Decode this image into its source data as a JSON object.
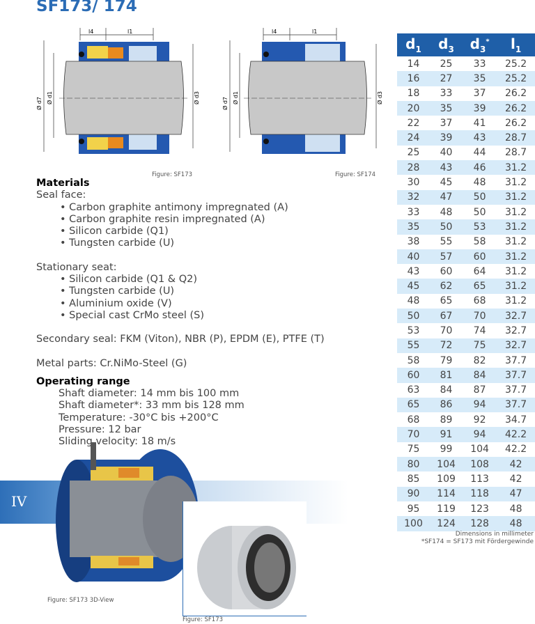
{
  "title": "SF173/ 174",
  "figures": {
    "sf173": "Figure:  SF173",
    "sf174": "Figure:  SF174",
    "view3d": "Figure:  SF173 3D-View",
    "photo": "Figure:  SF173"
  },
  "diagram_labels": {
    "l4": "l4",
    "l1": "l1",
    "d7": "Ø d7",
    "d1": "Ø d1",
    "d3": "Ø d3"
  },
  "table": {
    "headers": [
      {
        "base": "d",
        "sub": "1",
        "sup": ""
      },
      {
        "base": "d",
        "sub": "3",
        "sup": ""
      },
      {
        "base": "d",
        "sub": "3",
        "sup": "*"
      },
      {
        "base": "l",
        "sub": "1",
        "sup": ""
      }
    ],
    "rows": [
      [
        "14",
        "25",
        "33",
        "25.2"
      ],
      [
        "16",
        "27",
        "35",
        "25.2"
      ],
      [
        "18",
        "33",
        "37",
        "26.2"
      ],
      [
        "20",
        "35",
        "39",
        "26.2"
      ],
      [
        "22",
        "37",
        "41",
        "26.2"
      ],
      [
        "24",
        "39",
        "43",
        "28.7"
      ],
      [
        "25",
        "40",
        "44",
        "28.7"
      ],
      [
        "28",
        "43",
        "46",
        "31.2"
      ],
      [
        "30",
        "45",
        "48",
        "31.2"
      ],
      [
        "32",
        "47",
        "50",
        "31.2"
      ],
      [
        "33",
        "48",
        "50",
        "31.2"
      ],
      [
        "35",
        "50",
        "53",
        "31.2"
      ],
      [
        "38",
        "55",
        "58",
        "31.2"
      ],
      [
        "40",
        "57",
        "60",
        "31.2"
      ],
      [
        "43",
        "60",
        "64",
        "31.2"
      ],
      [
        "45",
        "62",
        "65",
        "31.2"
      ],
      [
        "48",
        "65",
        "68",
        "31.2"
      ],
      [
        "50",
        "67",
        "70",
        "32.7"
      ],
      [
        "53",
        "70",
        "74",
        "32.7"
      ],
      [
        "55",
        "72",
        "75",
        "32.7"
      ],
      [
        "58",
        "79",
        "82",
        "37.7"
      ],
      [
        "60",
        "81",
        "84",
        "37.7"
      ],
      [
        "63",
        "84",
        "87",
        "37.7"
      ],
      [
        "65",
        "86",
        "94",
        "37.7"
      ],
      [
        "68",
        "89",
        "92",
        "34.7"
      ],
      [
        "70",
        "91",
        "94",
        "42.2"
      ],
      [
        "75",
        "99",
        "104",
        "42.2"
      ],
      [
        "80",
        "104",
        "108",
        "42"
      ],
      [
        "85",
        "109",
        "113",
        "42"
      ],
      [
        "90",
        "114",
        "118",
        "47"
      ],
      [
        "95",
        "119",
        "123",
        "48"
      ],
      [
        "100",
        "124",
        "128",
        "48"
      ]
    ],
    "note1": "Dimensions in millimeter",
    "note2": "*SF174 = SF173 mit Fördergewinde"
  },
  "materials": {
    "heading": "Materials",
    "seal_face_label": "Seal face:",
    "seal_face": [
      "Carbon graphite antimony impregnated (A)",
      "Carbon graphite resin impregnated (A)",
      "Silicon carbide (Q1)",
      "Tungsten carbide (U)"
    ],
    "seat_label": "Stationary seat:",
    "seat": [
      "Silicon carbide (Q1 & Q2)",
      "Tungsten carbide (U)",
      "Aluminium oxide (V)",
      "Special cast CrMo steel (S)"
    ],
    "secondary": "Secondary seal: FKM (Viton), NBR (P), EPDM (E), PTFE (T)",
    "metal": "Metal parts: Cr.NiMo-Steel (G)"
  },
  "operating": {
    "heading": "Operating range",
    "items": [
      "Shaft diameter: 14 mm bis 100 mm",
      "Shaft diameter*: 33 mm bis 128 mm",
      "Temperature: -30°C bis +200°C",
      "Pressure: 12 bar",
      "Sliding velocity: 18 m/s"
    ]
  },
  "section": "IV",
  "colors": {
    "brand": "#2b6cb5",
    "table_header": "#1f5fa8",
    "row_alt": "#d7ebf9"
  }
}
